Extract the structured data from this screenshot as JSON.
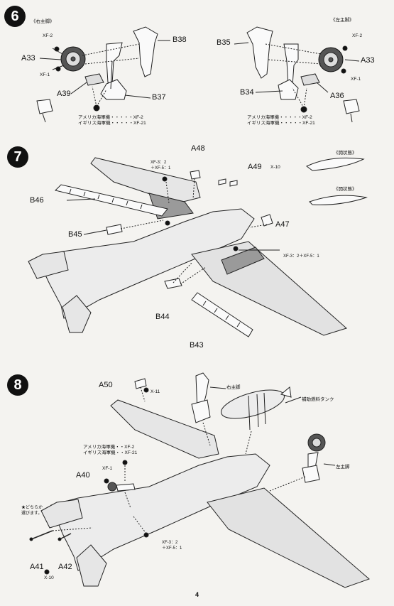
{
  "page_number": "4",
  "steps": [
    {
      "number": "6",
      "left_header": "《右主脚》",
      "right_header": "《左主脚》",
      "left_labels": {
        "xf2": "XF-2",
        "a33": "A33",
        "xf1": "XF-1",
        "a39": "A39",
        "b38": "B38",
        "b37": "B37"
      },
      "right_labels": {
        "b35": "B35",
        "xf2": "XF-2",
        "a33": "A33",
        "xf1": "XF-1",
        "b34": "B34",
        "a36": "A36"
      },
      "left_note": [
        "アメリカ海軍機・・・・・XF-2",
        "イギリス海軍機・・・・・XF-21"
      ],
      "right_note": [
        "アメリカ海軍機・・・・・XF-2",
        "イギリス海軍機・・・・・XF-21"
      ]
    },
    {
      "number": "7",
      "labels": {
        "a48": "A48",
        "xf_top": "XF-3：2\n＋XF-5：1",
        "a49": "A49",
        "x10": "X-10",
        "b46": "B46",
        "b45": "B45",
        "a47": "A47",
        "xf_right": "XF-3：2＋XF-5：1",
        "b44": "B44",
        "b43": "B43"
      },
      "flap_open_1": "《開状態》",
      "flap_open_2": "《開状態》"
    },
    {
      "number": "8",
      "labels": {
        "a50": "A50",
        "x11": "X-11",
        "right_gear": "右主脚",
        "drop_tank": "補助燃料タンク",
        "left_gear": "左主脚",
        "xf1": "XF-1",
        "a40": "A40",
        "xf_bottom": "XF-3：2\n＋XF-5：1",
        "a41": "A41",
        "a42": "A42",
        "x10": "X-10",
        "either": "★どちらか\n選びます。"
      },
      "note": [
        "アメリカ海軍機・・XF-2",
        "イギリス海軍機・・XF-21"
      ]
    }
  ]
}
